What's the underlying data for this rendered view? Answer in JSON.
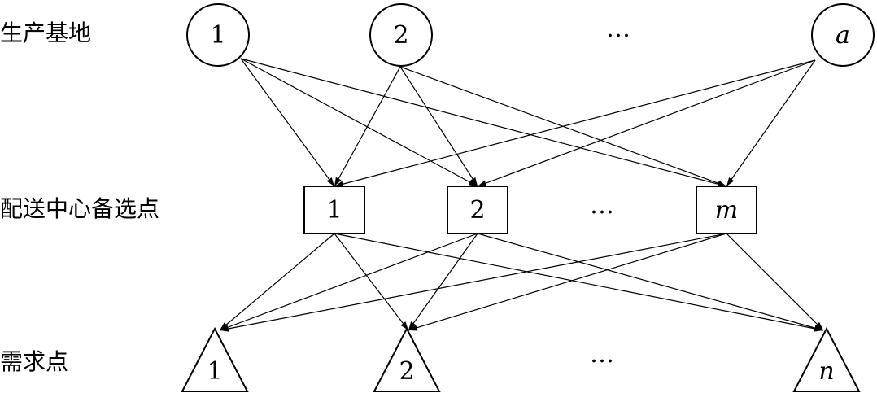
{
  "rows": {
    "production": "生产基地",
    "distribution": "配送中心备选点",
    "demand": "需求点"
  },
  "production_nodes": [
    {
      "label": "1",
      "italic": false
    },
    {
      "label": "2",
      "italic": false
    },
    {
      "label": "a",
      "italic": true
    }
  ],
  "distribution_nodes": [
    {
      "label": "1",
      "italic": false
    },
    {
      "label": "2",
      "italic": false
    },
    {
      "label": "m",
      "italic": true
    }
  ],
  "demand_nodes": [
    {
      "label": "1",
      "italic": false
    },
    {
      "label": "2",
      "italic": false
    },
    {
      "label": "n",
      "italic": true
    }
  ],
  "ellipsis": "…",
  "shapes": {
    "production": "circle",
    "distribution": "square",
    "demand": "triangle"
  },
  "edges": {
    "production_to_distribution": "all",
    "distribution_to_demand": "all"
  }
}
